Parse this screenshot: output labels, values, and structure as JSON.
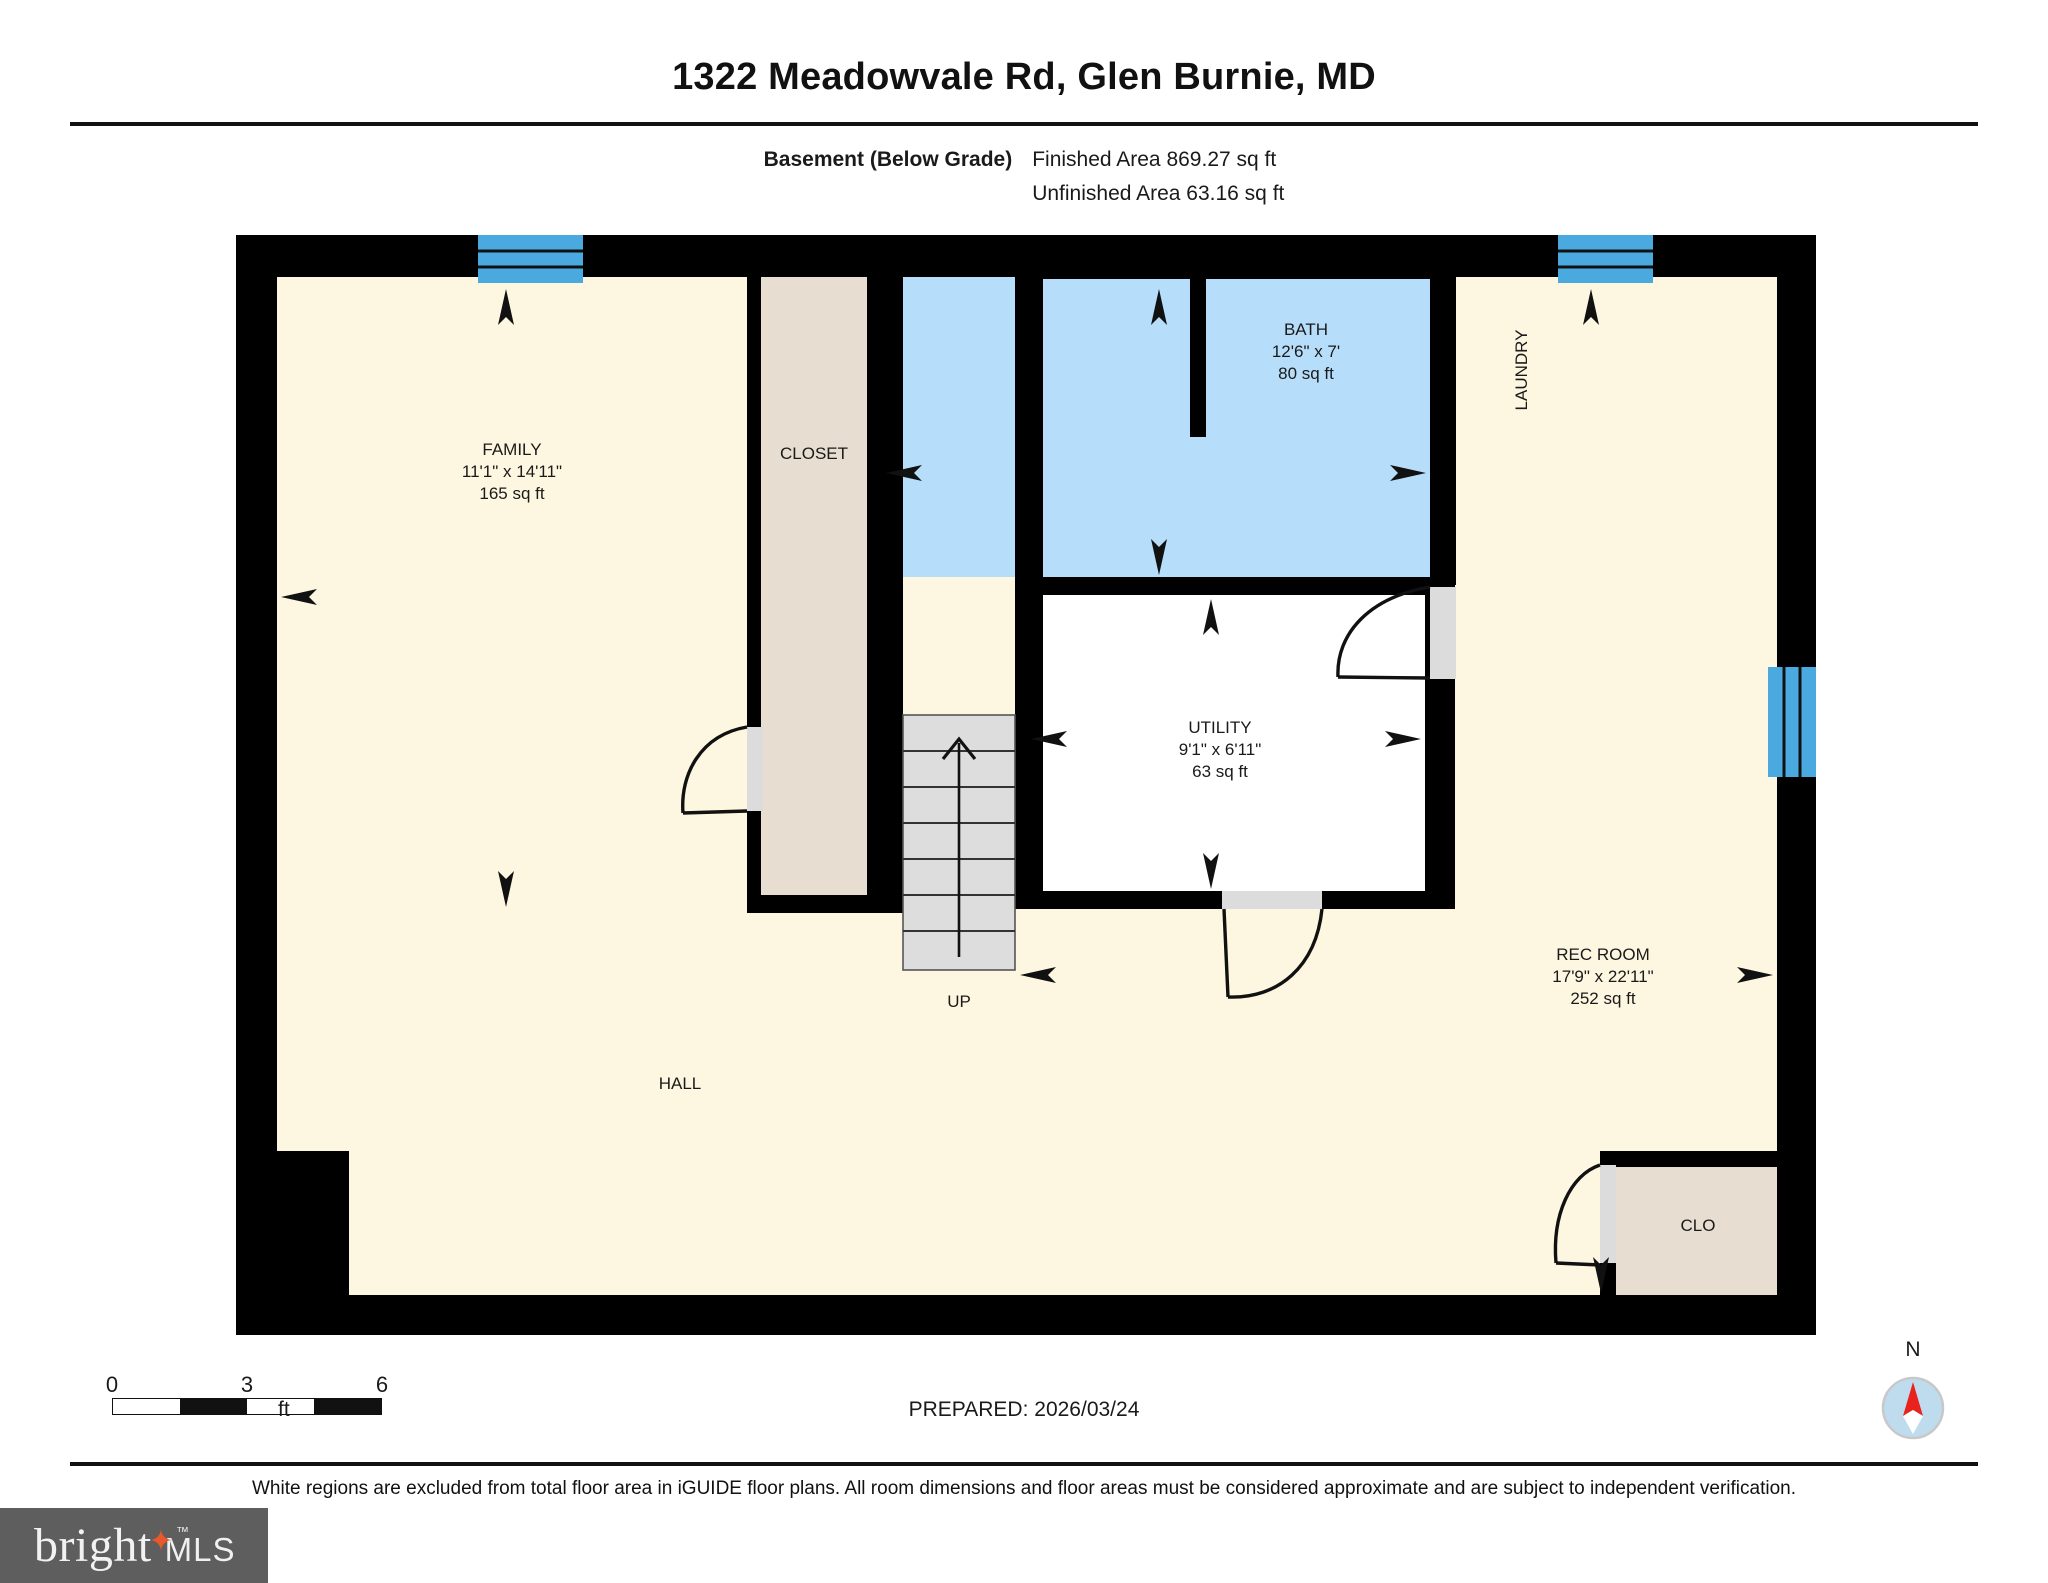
{
  "header": {
    "title": "1322 Meadowvale Rd, Glen Burnie, MD",
    "level_label": "Basement (Below Grade)",
    "finished_area": "Finished Area 869.27 sq ft",
    "unfinished_area": "Unfinished Area 63.16 sq ft"
  },
  "plan": {
    "rooms": [
      {
        "key": "family",
        "name": "FAMILY",
        "dimensions": "11'1\" x 14'11\"",
        "area": "165 sq ft",
        "fill": "#fdf6e0"
      },
      {
        "key": "closet",
        "name": "CLOSET",
        "dimensions": "",
        "area": "",
        "fill": "#e7ddd0"
      },
      {
        "key": "bath",
        "name": "BATH",
        "dimensions": "12'6\" x 7'",
        "area": "80 sq ft",
        "fill": "#b6defa"
      },
      {
        "key": "utility",
        "name": "UTILITY",
        "dimensions": "9'1\" x 6'11\"",
        "area": "63 sq ft",
        "fill": "#ffffff"
      },
      {
        "key": "laundry",
        "name": "LAUNDRY",
        "dimensions": "",
        "area": "",
        "fill": "#fdf6e0"
      },
      {
        "key": "recroom",
        "name": "REC ROOM",
        "dimensions": "17'9\" x 22'11\"",
        "area": "252 sq ft",
        "fill": "#fdf6e0"
      },
      {
        "key": "hall",
        "name": "HALL",
        "dimensions": "",
        "area": "",
        "fill": "#fdf6e0"
      },
      {
        "key": "clo",
        "name": "CLO",
        "dimensions": "",
        "area": "",
        "fill": "#e7ddd0"
      }
    ],
    "stair_label": "UP",
    "colors": {
      "wall": "#000000",
      "floor_finished": "#fdf6e0",
      "floor_unfinished": "#ffffff",
      "bath_fill": "#b6defa",
      "closet_fill": "#e7ddd0",
      "stair_fill": "#dddddd",
      "window": "#4aaae0",
      "door_swing": "#111111"
    }
  },
  "footer": {
    "scale_ticks": [
      "0",
      "3",
      "6"
    ],
    "scale_unit": "ft",
    "prepared": "PREPARED: 2026/03/24",
    "compass_label": "N",
    "disclaimer": "White regions are excluded from total floor area in iGUIDE floor plans. All room dimensions and floor areas must be considered approximate and are subject to independent verification."
  },
  "logo": {
    "brand": "bright",
    "suffix": "MLS",
    "tm": "™",
    "star_glyph": "✦",
    "bg": "#5e5e5e",
    "star_color": "#e8582a"
  }
}
